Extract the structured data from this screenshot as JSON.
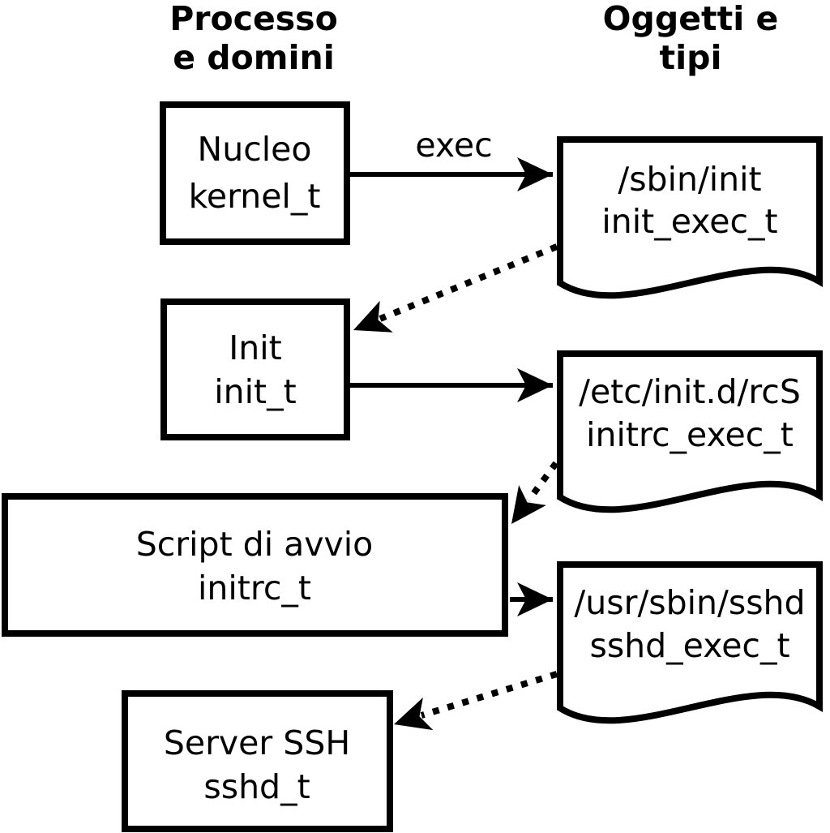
{
  "diagram": {
    "kind": "flowchart",
    "colors": {
      "ink": "#000000",
      "paper": "#ffffff"
    },
    "headers": {
      "left": {
        "line1": "Processo",
        "line2": "e domini"
      },
      "right": {
        "line1": "Oggetti e",
        "line2": "tipi"
      }
    },
    "arrow_label": "exec",
    "processes": [
      {
        "name": "Nucleo",
        "domain": "kernel_t"
      },
      {
        "name": "Init",
        "domain": "init_t"
      },
      {
        "name": "Script di avvio",
        "domain": "initrc_t"
      },
      {
        "name": "Server SSH",
        "domain": "sshd_t"
      }
    ],
    "objects": [
      {
        "path": "/sbin/init",
        "type": "init_exec_t"
      },
      {
        "path": "/etc/init.d/rcS",
        "type": "initrc_exec_t"
      },
      {
        "path": "/usr/sbin/sshd",
        "type": "sshd_exec_t"
      }
    ]
  }
}
